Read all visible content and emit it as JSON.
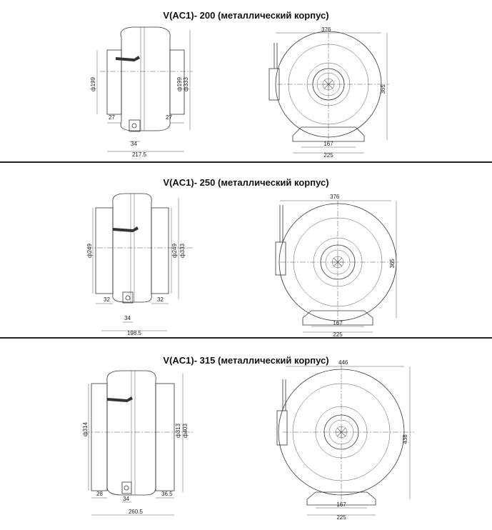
{
  "sections": [
    {
      "title": "V(AC1)- 200 (металлический корпус)",
      "side": {
        "inlet_diam": "ф199",
        "outlet_diam": "ф199",
        "body_diam": "ф333",
        "left_spigot": "27",
        "right_spigot": "27",
        "box": "34",
        "length": "217.5"
      },
      "front": {
        "width": "376",
        "height": "365",
        "base_inner": "167",
        "base_outer": "225"
      }
    },
    {
      "title": "V(AC1)- 250 (металлический корпус)",
      "side": {
        "inlet_diam": "ф249",
        "outlet_diam": "ф249",
        "body_diam": "ф333",
        "left_spigot": "32",
        "right_spigot": "32",
        "box": "34",
        "length": "198.5"
      },
      "front": {
        "width": "376",
        "height": "365",
        "base_inner": "167",
        "base_outer": "225"
      }
    },
    {
      "title": "V(AC1)- 315 (металлический корпус)",
      "side": {
        "inlet_diam": "ф314",
        "outlet_diam": "ф313",
        "body_diam": "ф403",
        "left_spigot": "28",
        "right_spigot": "36.5",
        "box": "34",
        "length": "260.5"
      },
      "front": {
        "width": "446",
        "height": "438",
        "base_inner": "167",
        "base_outer": "225"
      }
    }
  ],
  "colors": {
    "line": "#333333",
    "divider": "#222222"
  }
}
